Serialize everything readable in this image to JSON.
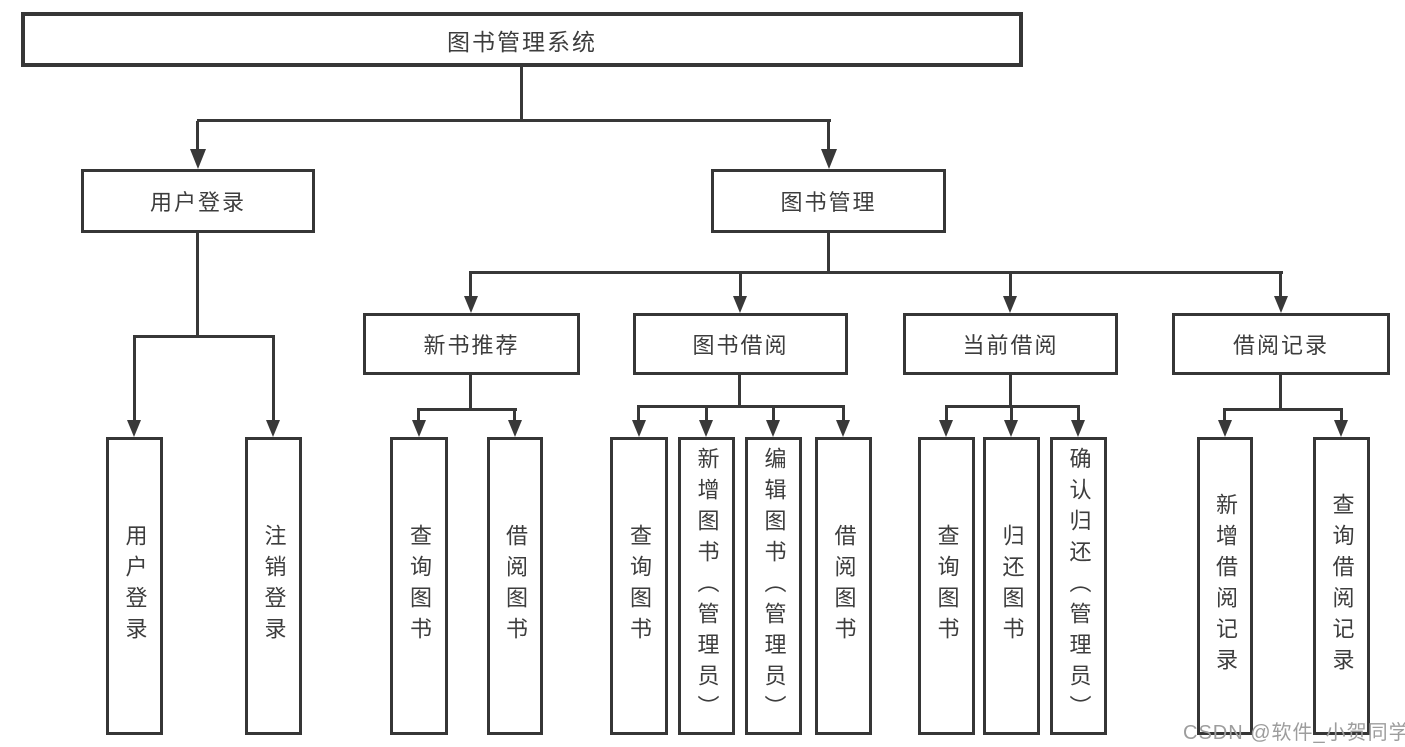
{
  "diagram": {
    "root": {
      "label": "图书管理系统"
    },
    "level2": [
      {
        "label": "用户登录"
      },
      {
        "label": "图书管理"
      }
    ],
    "level3": [
      {
        "label": "新书推荐"
      },
      {
        "label": "图书借阅"
      },
      {
        "label": "当前借阅"
      },
      {
        "label": "借阅记录"
      }
    ],
    "leaf_groups": [
      {
        "parent": "用户登录",
        "items": [
          "用户登录",
          "注销登录"
        ]
      },
      {
        "parent": "新书推荐",
        "items": [
          "查询图书",
          "借阅图书"
        ]
      },
      {
        "parent": "图书借阅",
        "items": [
          "查询图书",
          "新增图书（管理员）",
          "编辑图书（管理员）",
          "借阅图书"
        ]
      },
      {
        "parent": "当前借阅",
        "items": [
          "查询图书",
          "归还图书",
          "确认归还（管理员）"
        ]
      },
      {
        "parent": "借阅记录",
        "items": [
          "新增借阅记录",
          "查询借阅记录"
        ]
      }
    ]
  },
  "watermark": "CSDN @软件_小贺同学",
  "colors": {
    "line": "#383838",
    "text": "#3d3d3d",
    "watermark": "#9d9d9d",
    "background": "#ffffff"
  }
}
